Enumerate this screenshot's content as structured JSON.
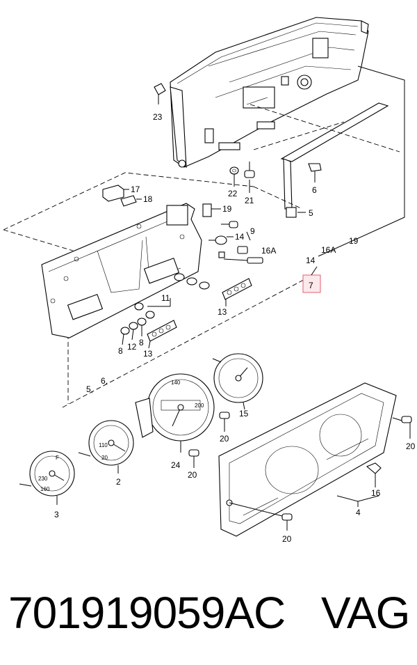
{
  "callouts": {
    "c23": "23",
    "c22": "22",
    "c21": "21",
    "c6a": "6",
    "c5a": "5",
    "c17": "17",
    "c18": "18",
    "c19a": "19",
    "c9": "9",
    "c14a": "14",
    "c16Aa": "16A",
    "c19b": "19",
    "c16Ab": "16A",
    "c14b": "14",
    "c7": "7",
    "c11": "11",
    "c13a": "13",
    "c8a": "8",
    "c12": "12",
    "c8b": "8",
    "c13b": "13",
    "c5b": "5,",
    "c6b": "6,",
    "c15": "15",
    "c20a": "20",
    "c24": "24",
    "c20b": "20",
    "c2": "2",
    "c3": "3",
    "c20c": "20",
    "c16": "16",
    "c4": "4",
    "c20d": "20"
  },
  "dial_labels": {
    "tach_top": "140",
    "tach_mid": "200",
    "speedo_a": "110",
    "speedo_b": "20",
    "small_a": "230",
    "small_b": "160",
    "small_c": "F"
  },
  "caption": {
    "part_number": "701919059AC",
    "brand": "VAG"
  },
  "colors": {
    "highlight_border": "#e06070",
    "highlight_fill": "#fde8ec"
  }
}
